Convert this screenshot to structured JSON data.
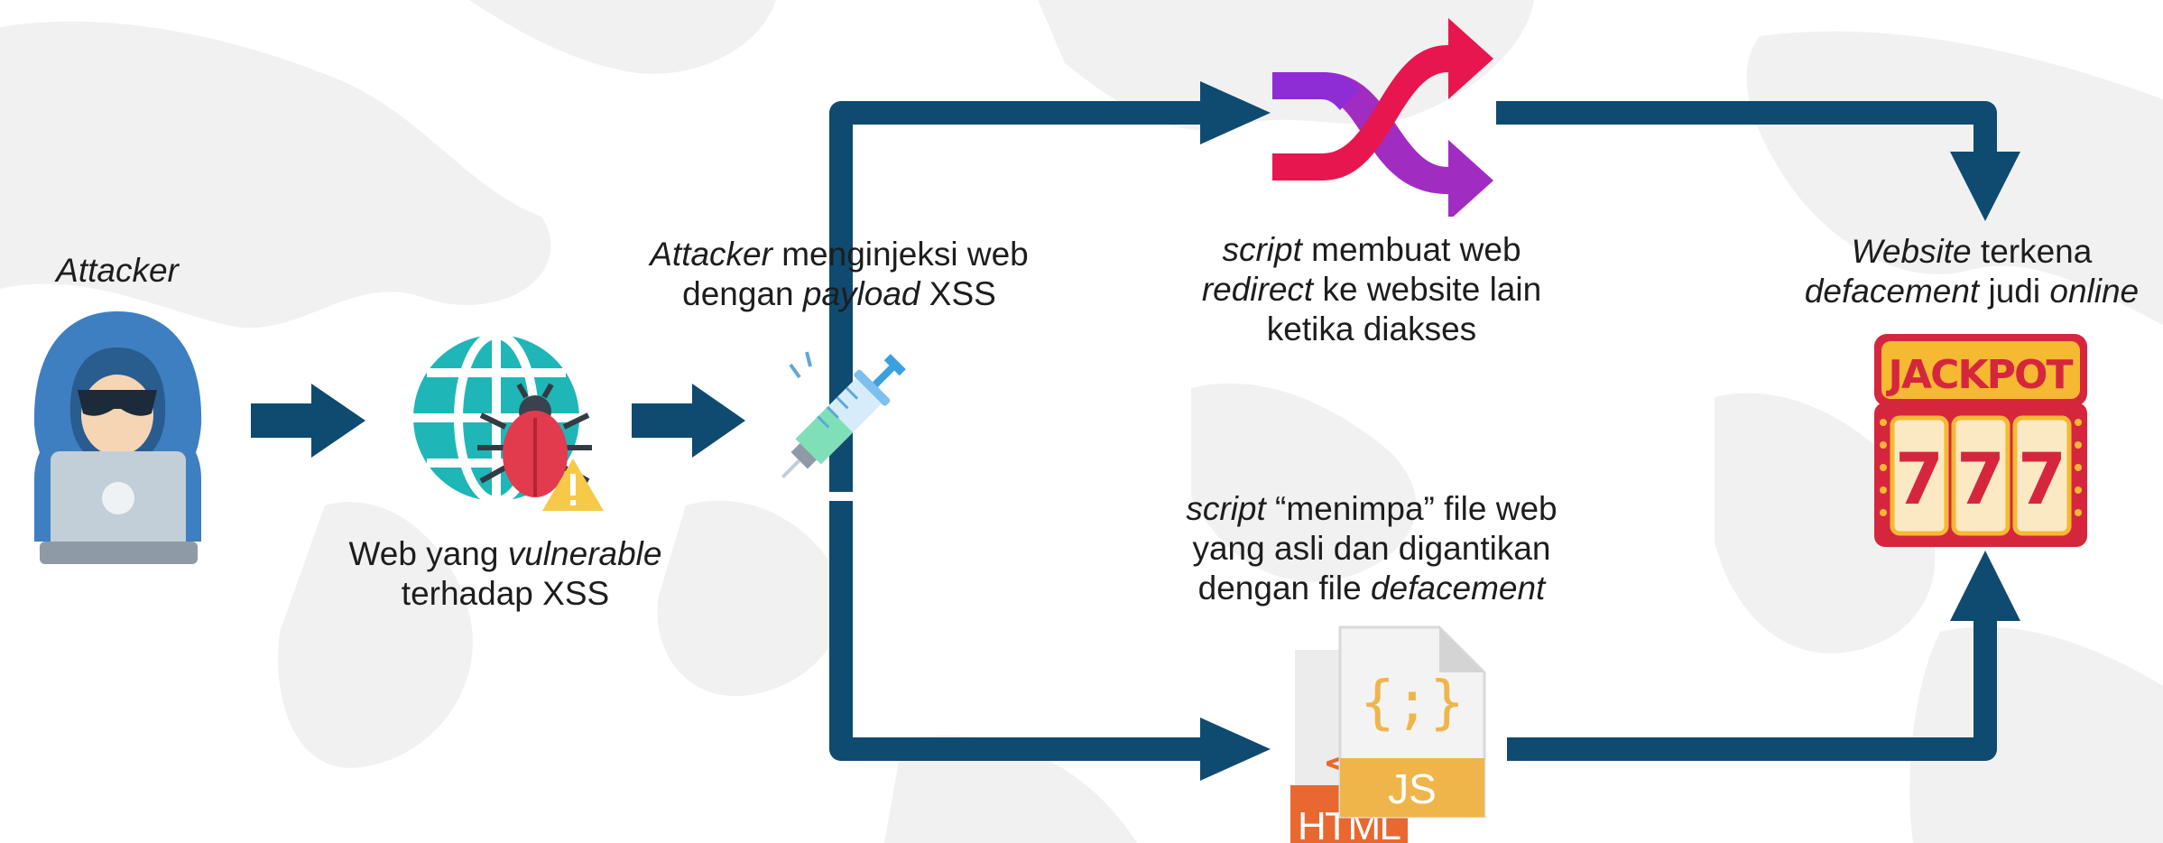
{
  "attacker": {
    "caption": "Attacker"
  },
  "vulnerable_web": {
    "line1_plain": "Web yang ",
    "line1_italic": "vulnerable",
    "line2": "terhadap XSS"
  },
  "inject": {
    "line1_italic": "Attacker",
    "line1_plain": " menginjeksi web",
    "line2_plain": "dengan ",
    "line2_italic": "payload",
    "line2_end": " XSS"
  },
  "redirect": {
    "line1_italic": "script",
    "line1_plain": " membuat web",
    "line2_italic": "redirect",
    "line2_plain": " ke website lain",
    "line3": "ketika diakses"
  },
  "overwrite": {
    "line1_italic": "script",
    "line1_plain": " “menimpa” file web",
    "line2": "yang asli dan digantikan",
    "line3_plain": "dengan file ",
    "line3_italic": "defacement"
  },
  "result": {
    "line1_italic": "Website",
    "line1_plain": " terkena",
    "line2_italic": "defacement",
    "line2_plain": " judi ",
    "line2_end_italic": "online"
  },
  "slot_machine": {
    "banner": "JACKPOT",
    "reel1": "7",
    "reel2": "7",
    "reel3": "7"
  },
  "code_files": {
    "js_symbol": "{;}",
    "js_label": "JS",
    "html_label": "HTML"
  },
  "colors": {
    "arrow": "#0f4a70",
    "map": "#f1f1f1",
    "hood": "#3e7fc1",
    "globe": "#1fb6b8",
    "bug": "#e23b4e",
    "warning": "#f7c948",
    "jackpot_red": "#d6263e",
    "jackpot_gold": "#f5b932",
    "js_yellow": "#f0b54a",
    "html_orange": "#e8682f"
  }
}
